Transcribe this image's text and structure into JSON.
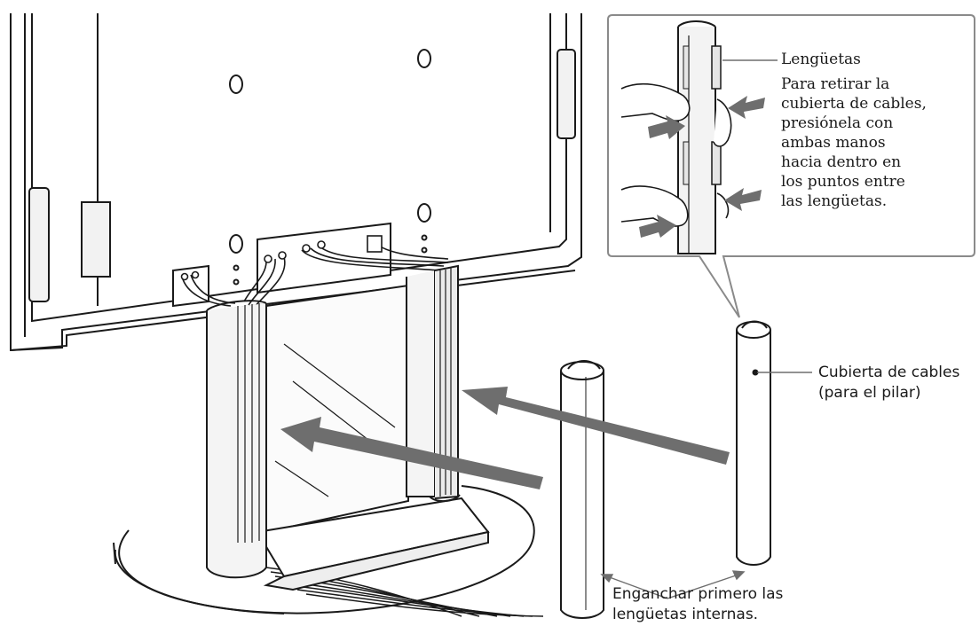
{
  "labels": {
    "tabs_title": "Lengüetas",
    "tabs_instructions": [
      "Para retirar la",
      "cubierta de cables,",
      "presiónela con",
      "ambas manos",
      "hacia dentro en",
      "los puntos entre",
      "las lengüetas."
    ],
    "cable_cover_line1": "Cubierta de cables",
    "cable_cover_line2": "(para el pilar)",
    "hook_first_line1": "Enganchar primero las",
    "hook_first_line2": "lengüetas internas."
  },
  "colors": {
    "line": "#1a1a1a",
    "arrow": "#6e6e6e",
    "shade": "#d9d9d9",
    "background": "#ffffff"
  }
}
